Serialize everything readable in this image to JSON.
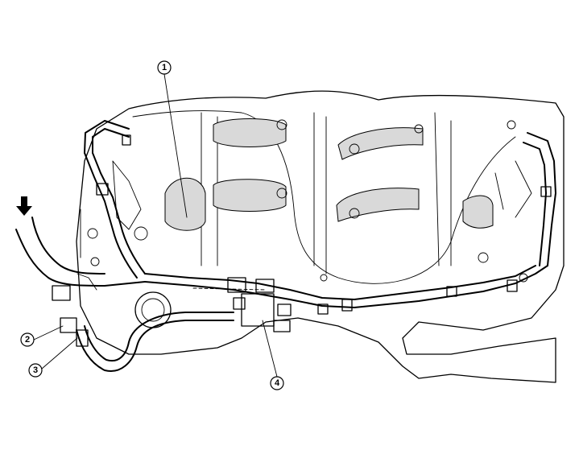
{
  "callouts": [
    {
      "id": "callout-1",
      "label": "1"
    },
    {
      "id": "callout-2",
      "label": "2"
    },
    {
      "id": "callout-3",
      "label": "3"
    },
    {
      "id": "callout-4",
      "label": "4"
    }
  ],
  "flow_arrow": "arrow-down-icon"
}
